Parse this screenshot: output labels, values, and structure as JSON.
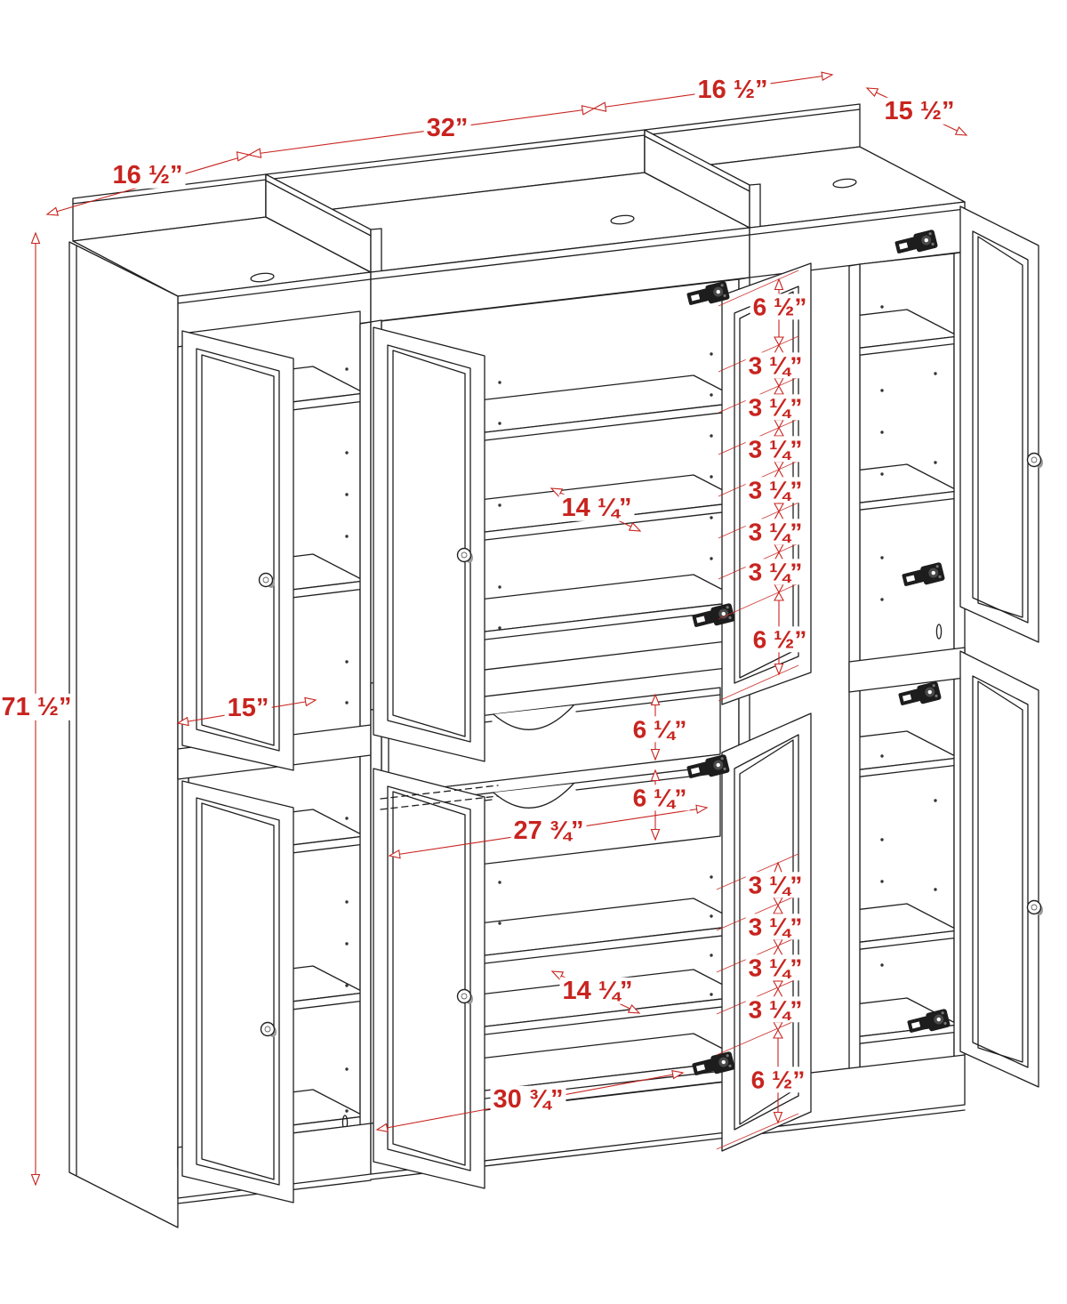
{
  "drawing": {
    "kind": "furniture-dimension-diagram",
    "subject": "pantry cabinet with open doors, shelves and two drawers",
    "units": "inches",
    "line_color": "#1f1f1f",
    "dimension_color": "#c8241f",
    "background": "#ffffff"
  },
  "dimensions": {
    "top_width_left": "16 ½”",
    "top_width_center": "32”",
    "top_width_right": "16 ½”",
    "top_depth_right": "15 ½”",
    "overall_height": "71 ½”",
    "upper_spacing": [
      "6 ½”",
      "3 ¼”",
      "3 ¼”",
      "3 ¼”",
      "3 ¼”",
      "3 ¼”",
      "3 ¼”",
      "6 ½”"
    ],
    "shelf_depth_upper": "14 ¼”",
    "left_shelf_width": "15”",
    "drawer_height_top": "6 ¼”",
    "drawer_height_bottom": "6 ¼”",
    "drawer_width": "27 ¾”",
    "lower_spacing": [
      "3 ¼”",
      "3 ¼”",
      "3 ¼”",
      "3 ¼”",
      "6 ½”"
    ],
    "shelf_depth_lower": "14 ¼”",
    "bottom_opening_width": "30 ¾”"
  }
}
